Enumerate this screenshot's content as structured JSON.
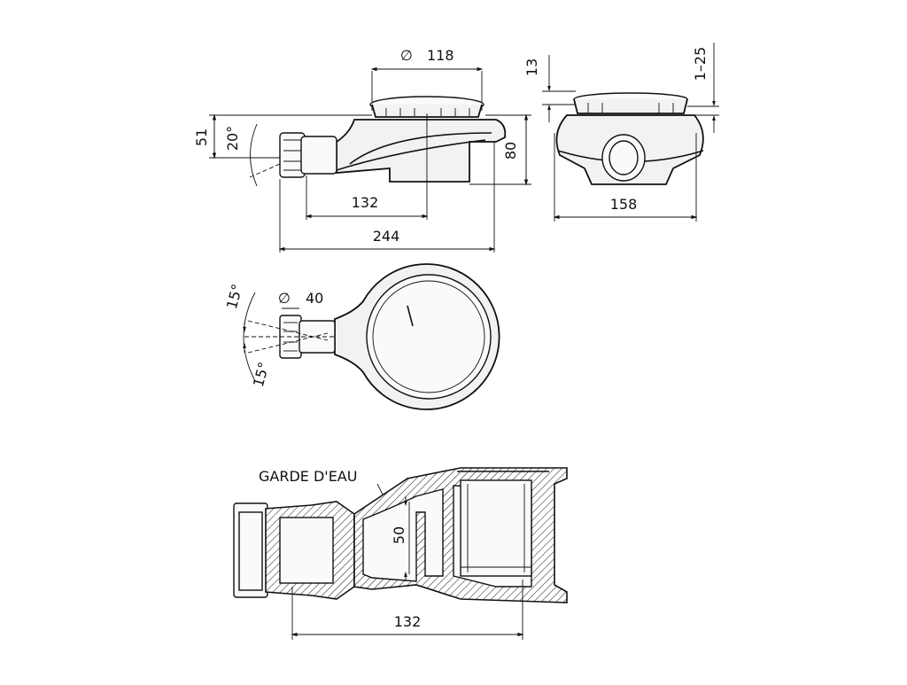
{
  "side_view": {
    "diameter_top": "118",
    "height_51": "51",
    "angle_20": "20°",
    "height_80": "80",
    "dim_132": "132",
    "dim_244": "244"
  },
  "front_view": {
    "dim_13": "13",
    "dim_1_25": "1–25",
    "dim_158": "158"
  },
  "top_view": {
    "diameter_outlet": "40",
    "angle_top": "15°",
    "angle_bottom": "15°"
  },
  "section_view": {
    "label_water_seal": "GARDE D'EAU",
    "dim_50": "50",
    "dim_132": "132"
  },
  "symbols": {
    "diameter": "∅"
  }
}
